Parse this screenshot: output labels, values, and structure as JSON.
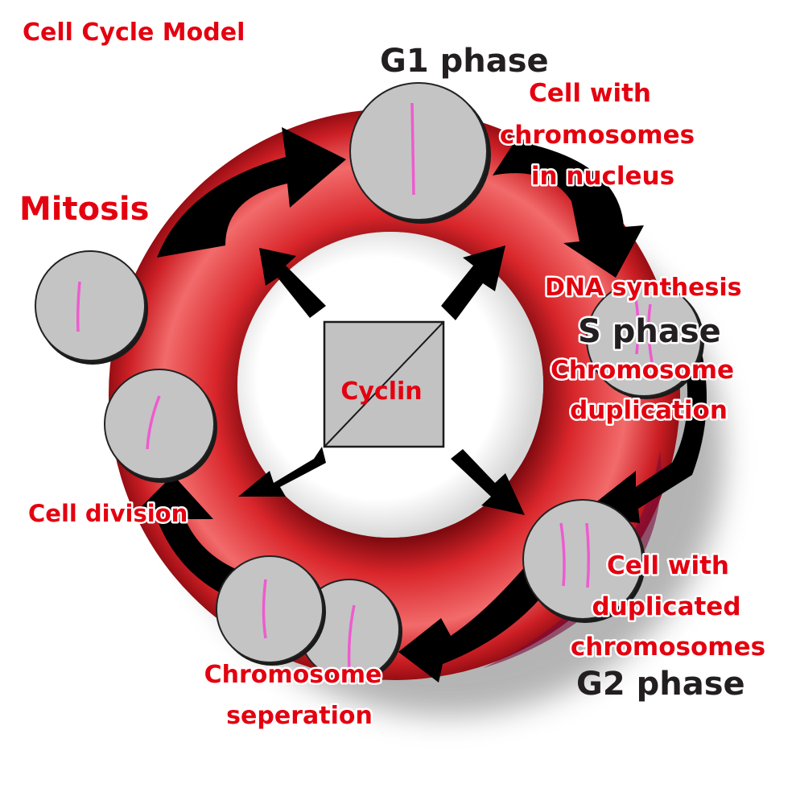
{
  "title": "Cell Cycle Model",
  "phases": {
    "g1": "G1 phase",
    "s": "S phase",
    "g2": "G2 phase",
    "mitosis": "Mitosis"
  },
  "labels": {
    "g1_desc": [
      "Cell with",
      "chromosomes",
      "in nucleus"
    ],
    "dna_synthesis": "DNA synthesis",
    "s_desc": [
      "Chromosome",
      "duplication"
    ],
    "g2_desc": [
      "Cell with",
      "duplicated",
      "chromosomes"
    ],
    "separation": [
      "Chromosome",
      "seperation"
    ],
    "division": "Cell division",
    "center": "Cyclin"
  },
  "colors": {
    "ring_dark": "#8e0a10",
    "ring_mid": "#d7262b",
    "ring_light": "#f06a6a",
    "arrow": "#000000",
    "cell_fill": "#c4c4c4",
    "chromosome": "#ee5bcf",
    "label_red": "#e4000f",
    "phase_dark": "#231f20"
  }
}
